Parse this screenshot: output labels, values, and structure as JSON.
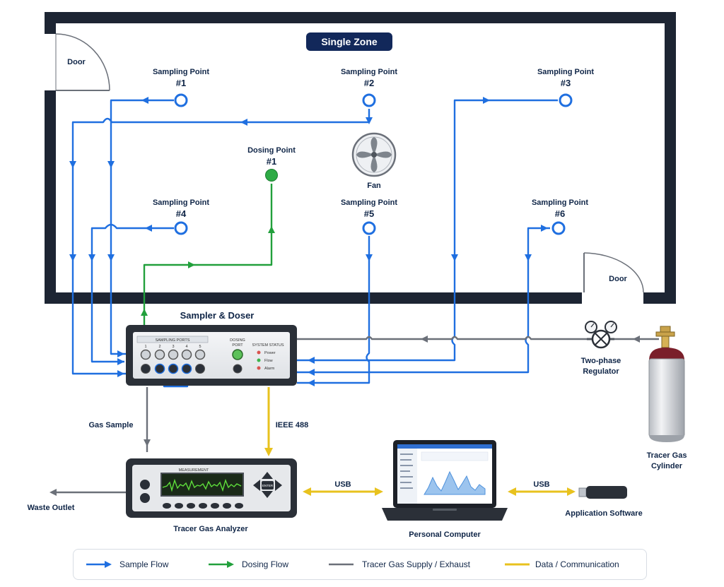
{
  "zone": {
    "title": "Single Zone",
    "door_left": "Door",
    "door_right": "Door",
    "fan": "Fan"
  },
  "sampling_points": [
    {
      "label": "Sampling Point",
      "num": "#1"
    },
    {
      "label": "Sampling Point",
      "num": "#2"
    },
    {
      "label": "Sampling Point",
      "num": "#3"
    },
    {
      "label": "Sampling Point",
      "num": "#4"
    },
    {
      "label": "Sampling Point",
      "num": "#5"
    },
    {
      "label": "Sampling Point",
      "num": "#6"
    }
  ],
  "dosing_point": {
    "label": "Dosing Point",
    "num": "#1"
  },
  "sampler": {
    "title": "Sampler & Doser",
    "ports_label": "SAMPLING PORTS",
    "port_numbers": [
      "1",
      "2",
      "3",
      "4",
      "5"
    ],
    "dosing_port": "DOSING\nPORT",
    "status_title": "SYSTEM STATUS",
    "status_items": [
      "Power",
      "Flow",
      "Alarm"
    ],
    "status_colors": [
      "#d9534f",
      "#3cb44b",
      "#d9534f"
    ]
  },
  "regulator": {
    "line1": "Two-phase",
    "line2": "Regulator"
  },
  "cylinder": {
    "line1": "Tracer Gas",
    "line2": "Cylinder"
  },
  "analyzer": {
    "title": "Tracer Gas Analyzer",
    "screen_label": "MEASUREMENT",
    "enter_label": "ENTER"
  },
  "computer": {
    "title": "Personal Computer"
  },
  "software": {
    "title": "Application Software"
  },
  "connections": {
    "gas_sample": "Gas Sample",
    "ieee": "IEEE 488",
    "usb_left": "USB",
    "usb_right": "USB",
    "waste": "Waste Outlet"
  },
  "legend": [
    {
      "label": "Sample Flow",
      "color": "#1f6fe0"
    },
    {
      "label": "Dosing Flow",
      "color": "#22a03c"
    },
    {
      "label": "Tracer Gas Supply / Exhaust",
      "color": "#6b7079"
    },
    {
      "label": "Data / Communication",
      "color": "#e8c21e"
    }
  ]
}
